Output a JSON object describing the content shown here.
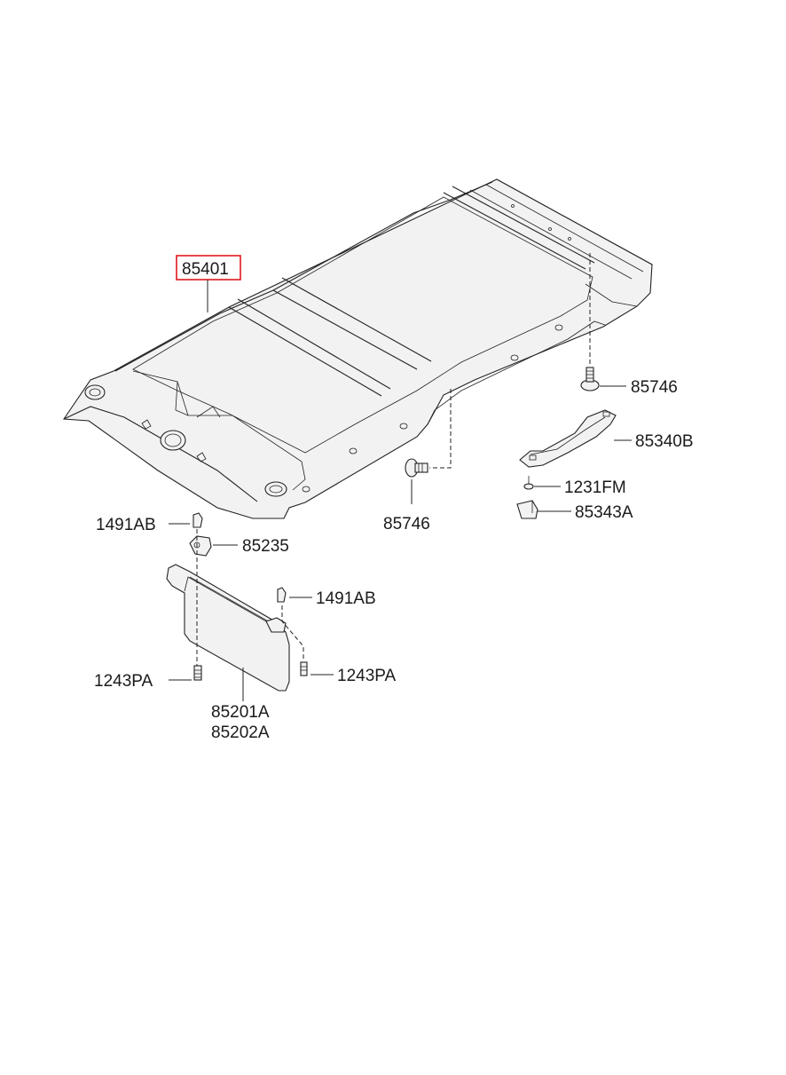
{
  "highlight_color": "#e0191f",
  "labels": {
    "headlining": "85401",
    "clip_upper_right": "85746",
    "clip_lower": "85746",
    "assist_handle": "85340B",
    "screw_handle": "1231FM",
    "handle_cover": "85343A",
    "screw_visor_left": "1491AB",
    "visor_bracket": "85235",
    "screw_visor_right": "1491AB",
    "bolt_left": "1243PA",
    "bolt_right": "1243PA",
    "sunvisor_lh": "85201A",
    "sunvisor_rh": "85202A"
  }
}
